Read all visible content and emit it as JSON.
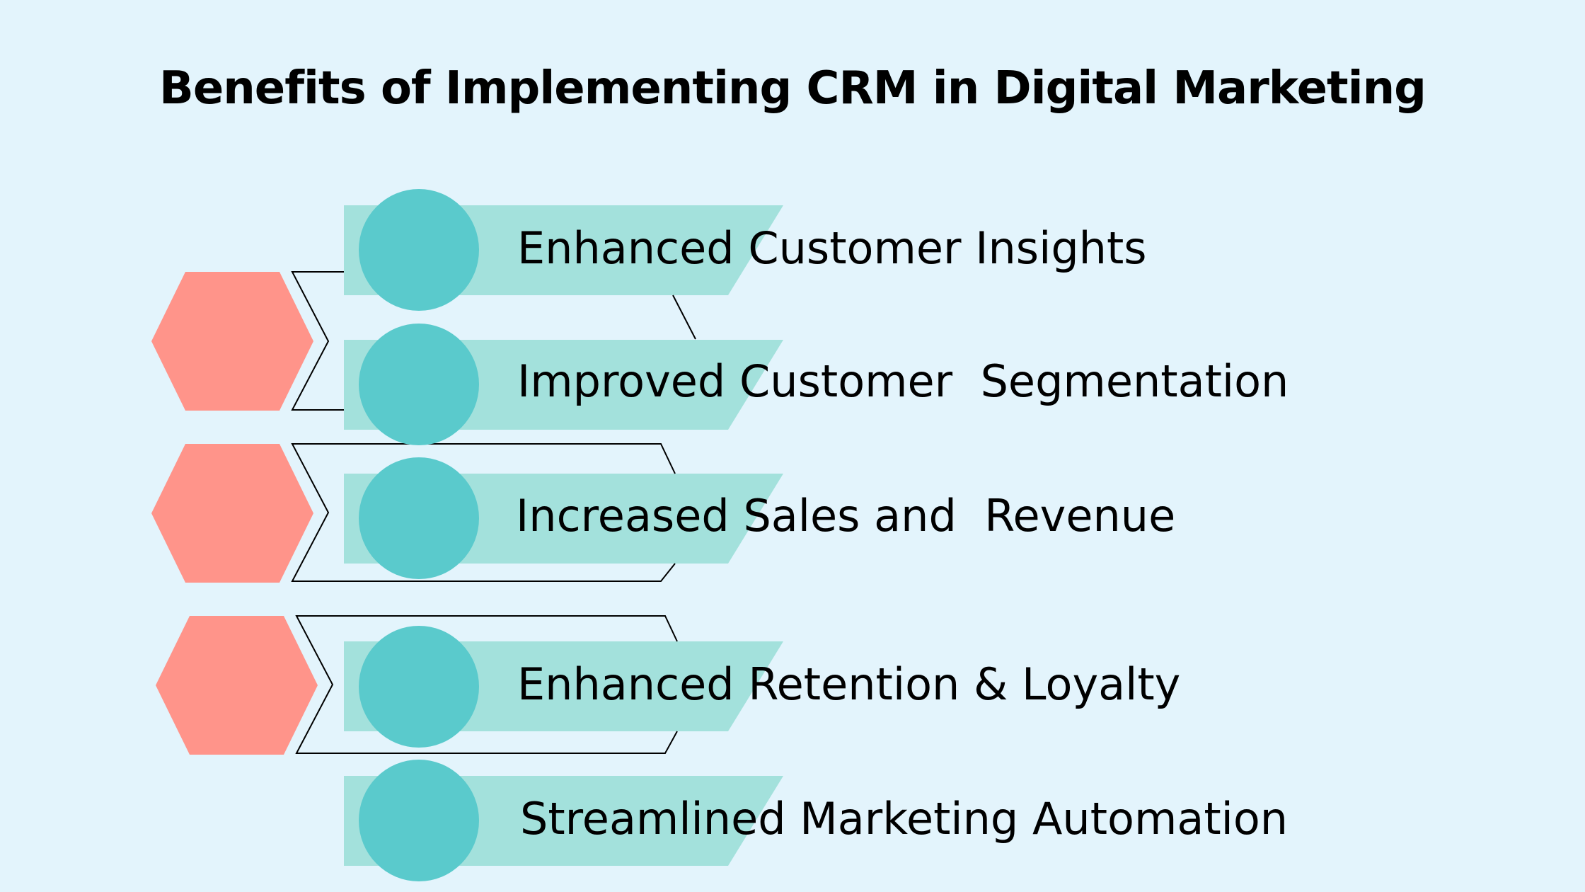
{
  "title": "Benefits of Implementing CRM in Digital Marketing",
  "colors": {
    "background": "#e3f4fc",
    "band": "#a3e1dc",
    "circle": "#5acacc",
    "hexagon": "#ff948a",
    "connector": "#000000",
    "text": "#000000"
  },
  "items": [
    {
      "label": "Enhanced Customer Insights"
    },
    {
      "label": "Improved Customer  Segmentation"
    },
    {
      "label": "Increased Sales and  Revenue"
    },
    {
      "label": "Enhanced Retention & Loyalty"
    },
    {
      "label": "Streamlined Marketing Automation"
    }
  ],
  "groups": [
    {
      "hexagon": "group-1",
      "items": [
        0,
        1
      ]
    },
    {
      "hexagon": "group-2",
      "items": [
        2
      ]
    },
    {
      "hexagon": "group-3",
      "items": [
        3
      ]
    }
  ]
}
